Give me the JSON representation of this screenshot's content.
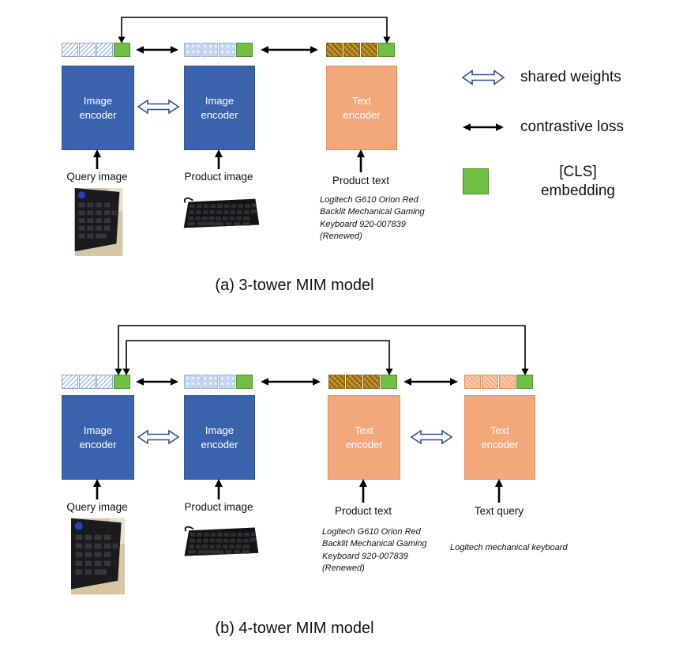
{
  "colors": {
    "encoder_blue": "#3b62ad",
    "encoder_orange": "#f3a87c",
    "cls_green": "#71bf44",
    "shared_arrow_stroke": "#2f4f8f",
    "arrow_black": "#000000"
  },
  "legend": {
    "shared_weights": "shared weights",
    "contrastive_loss": "contrastive loss",
    "cls_line1": "[CLS]",
    "cls_line2": "embedding"
  },
  "model_a": {
    "caption": "(a) 3-tower MIM model",
    "towers": [
      {
        "encoder": "Image encoder",
        "input_label": "Query image"
      },
      {
        "encoder": "Image encoder",
        "input_label": "Product image"
      },
      {
        "encoder": "Text encoder",
        "input_label": "Product text",
        "input_text": "Logitech G610 Orion Red\nBacklit Mechanical Gaming\nKeyboard 920-007839\n(Renewed)"
      }
    ]
  },
  "model_b": {
    "caption": "(b) 4-tower MIM model",
    "towers": [
      {
        "encoder": "Image encoder",
        "input_label": "Query image"
      },
      {
        "encoder": "Image encoder",
        "input_label": "Product image"
      },
      {
        "encoder": "Text encoder",
        "input_label": "Product text",
        "input_text": "Logitech G610 Orion Red\nBacklit Mechanical Gaming\nKeyboard 920-007839\n(Renewed)"
      },
      {
        "encoder": "Text encoder",
        "input_label": "Text query",
        "input_text": "Logitech mechanical keyboard"
      }
    ]
  }
}
